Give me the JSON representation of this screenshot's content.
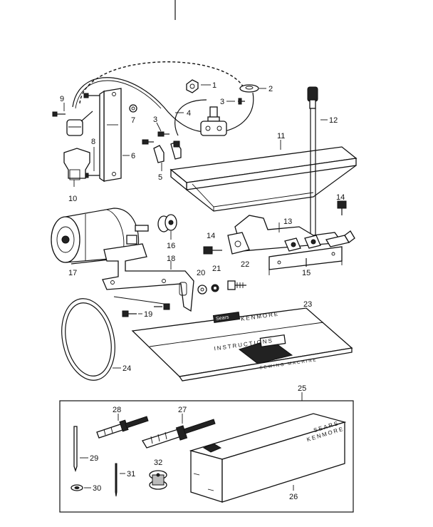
{
  "callouts": [
    "1",
    "2",
    "3",
    "3",
    "4",
    "5",
    "6",
    "7",
    "8",
    "9",
    "10",
    "11",
    "12",
    "13",
    "14",
    "14",
    "15",
    "16",
    "17",
    "18",
    "19",
    "20",
    "21",
    "22",
    "23",
    "24",
    "25",
    "26",
    "27",
    "28",
    "29",
    "30",
    "31",
    "32"
  ],
  "manual": {
    "brand": "Sears",
    "name": "KENMORE",
    "heading": "INSTRUCTIONS",
    "footer": "SEWING MACHINE"
  },
  "box": {
    "brand": "SEARS",
    "name": "KENMORE"
  },
  "colors": {
    "ink": "#111111",
    "paper": "#ffffff",
    "shade": "#bbbbbb"
  }
}
